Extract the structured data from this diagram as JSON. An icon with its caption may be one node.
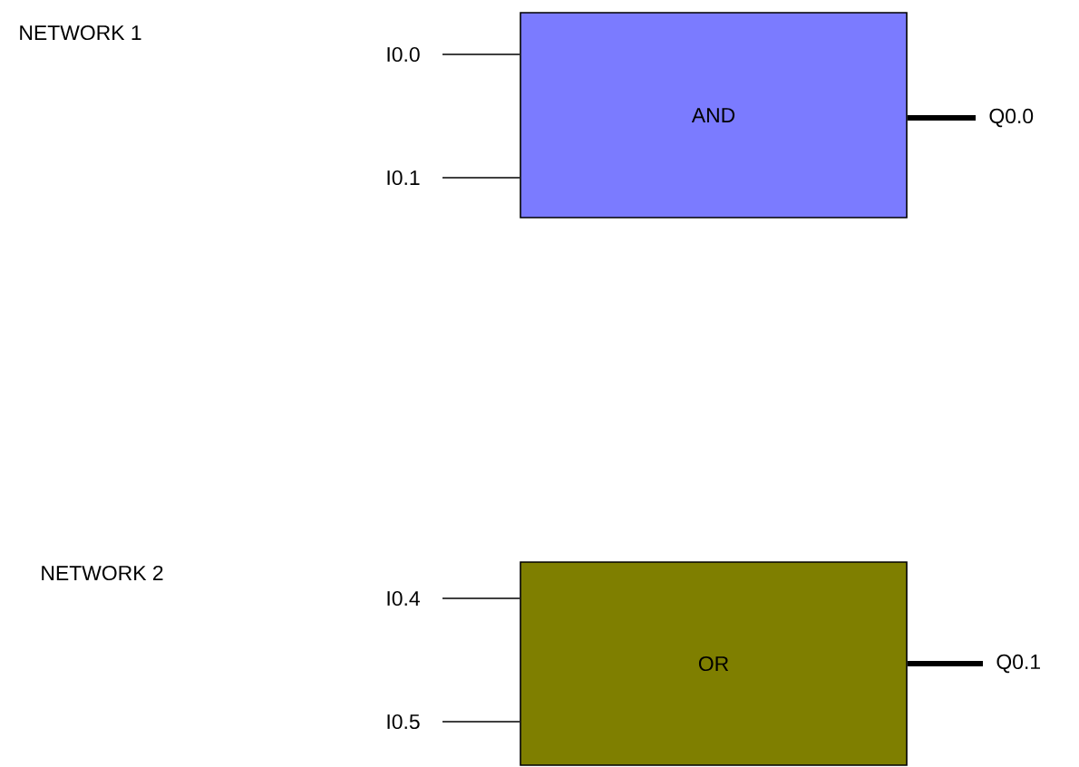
{
  "diagram": {
    "nodes": [
      {
        "text": [
          "AND"
        ]
      },
      {
        "text": [
          "I0.0"
        ]
      },
      {
        "text": [
          "I0.1"
        ]
      },
      {
        "text": [
          "Q0.0"
        ]
      },
      {
        "text": [
          "OR"
        ]
      },
      {
        "text": [
          "I0.4"
        ]
      },
      {
        "text": [
          "I0.5"
        ]
      },
      {
        "text": [
          "Q0.1"
        ]
      }
    ],
    "edges": [
      {
        "from": 1,
        "to": 0,
        "arrow": "none"
      },
      {
        "from": 2,
        "to": 0,
        "arrow": "none"
      },
      {
        "from": 0,
        "to": 3,
        "arrow": "none",
        "style": "thick"
      },
      {
        "from": 5,
        "to": 4,
        "arrow": "none"
      },
      {
        "from": 6,
        "to": 4,
        "arrow": "none"
      },
      {
        "from": 4,
        "to": 7,
        "arrow": "none",
        "style": "thick"
      }
    ],
    "labels": [
      "NETWORK 1",
      "NETWORK 2"
    ]
  }
}
